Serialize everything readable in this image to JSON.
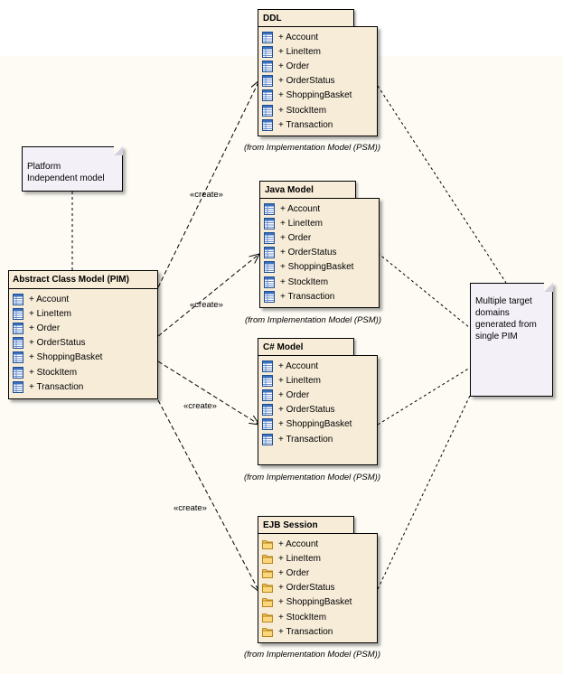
{
  "pim": {
    "title": "Abstract Class Model (PIM)",
    "items": [
      "+ Account",
      "+ LineItem",
      "+ Order",
      "+ OrderStatus",
      "+ ShoppingBasket",
      "+ StockItem",
      "+ Transaction"
    ]
  },
  "packages": [
    {
      "title": "DDL",
      "from": "(from Implementation Model (PSM))",
      "icon": "table-icon",
      "items": [
        "+ Account",
        "+ LineItem",
        "+ Order",
        "+ OrderStatus",
        "+ ShoppingBasket",
        "+ StockItem",
        "+ Transaction"
      ]
    },
    {
      "title": "Java Model",
      "from": "(from Implementation Model (PSM))",
      "icon": "table-icon",
      "items": [
        "+ Account",
        "+ LineItem",
        "+ Order",
        "+ OrderStatus",
        "+ ShoppingBasket",
        "+ StockItem",
        "+ Transaction"
      ]
    },
    {
      "title": "C# Model",
      "from": "(from Implementation Model (PSM))",
      "icon": "table-icon",
      "items": [
        "+ Account",
        "+ LineItem",
        "+ Order",
        "+ OrderStatus",
        "+ ShoppingBasket",
        "+ Transaction"
      ]
    },
    {
      "title": "EJB Session",
      "from": "(from Implementation Model (PSM))",
      "icon": "folder-icon",
      "items": [
        "+ Account",
        "+ LineItem",
        "+ Order",
        "+ OrderStatus",
        "+ ShoppingBasket",
        "+ StockItem",
        "+ Transaction"
      ]
    }
  ],
  "notes": {
    "platform": "Platform Independent model",
    "targets": "Multiple target domains generated from single PIM"
  },
  "stereotypes": [
    "«create»",
    "«create»",
    "«create»",
    "«create»"
  ],
  "colors": {
    "package_fill": "#f7ecd8",
    "note_fill": "#f4f0f8",
    "canvas": "#fdfbf4"
  }
}
